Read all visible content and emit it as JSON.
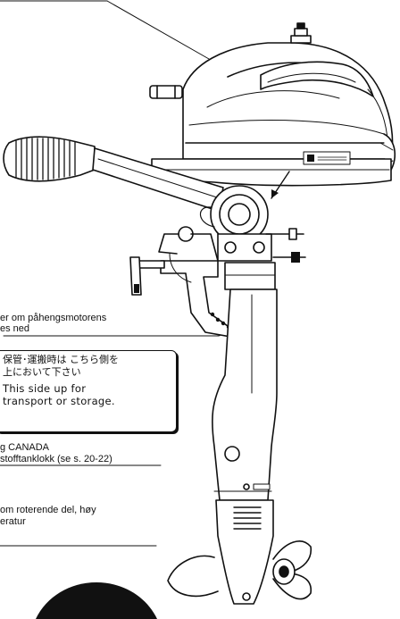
{
  "labels": {
    "tilt_warning": {
      "line1": "er om påhengsmotorens",
      "line2": "es ned"
    },
    "sticker": {
      "jp_line1": "保管･運搬時は こちら側を",
      "jp_line2": "上において下さい",
      "en_line1": "This side up for",
      "en_line2": "transport or storage."
    },
    "canada": {
      "line1": "g CANADA",
      "line2": "stofftanklokk (se s. 20-22)"
    },
    "rotating": {
      "line1": "om roterende del, høy",
      "line2": "eratur"
    }
  }
}
